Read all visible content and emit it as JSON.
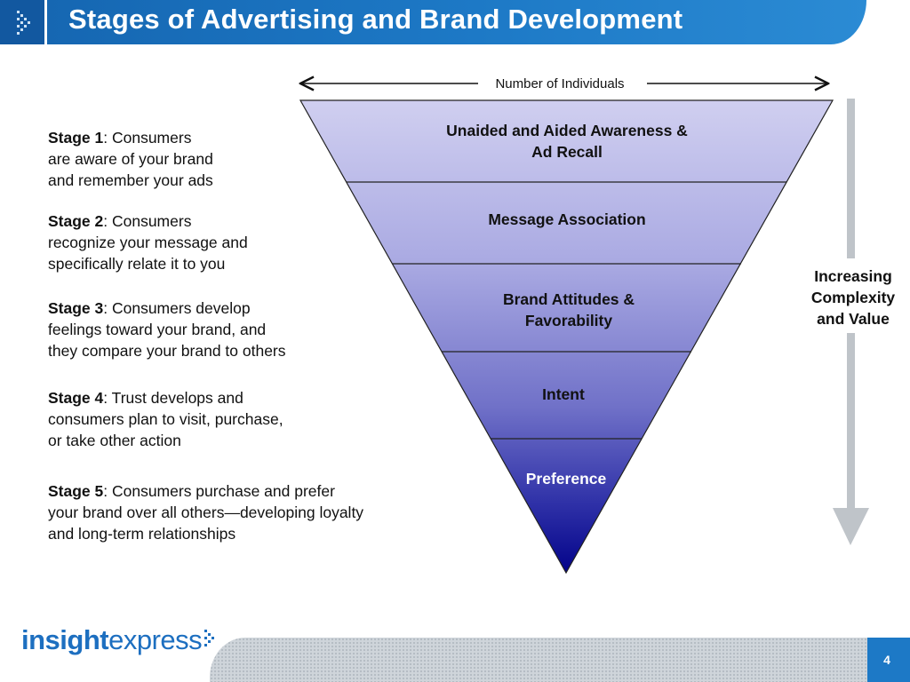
{
  "header": {
    "title": "Stages of Advertising and Brand Development"
  },
  "diagram": {
    "axis_label": "Number of Individuals",
    "side_label": "Increasing\nComplexity\nand Value",
    "levels": [
      {
        "label_lines": [
          "Unaided and Aided Awareness &",
          "Ad Recall"
        ]
      },
      {
        "label_lines": [
          "Message Association"
        ]
      },
      {
        "label_lines": [
          "Brand Attitudes &",
          "Favorability"
        ]
      },
      {
        "label_lines": [
          "Intent"
        ]
      },
      {
        "label_lines": [
          "Preference"
        ]
      }
    ]
  },
  "stages": [
    {
      "name": "Stage 1",
      "lines": [
        ": Consumers",
        "are aware of your brand",
        "and remember your ads"
      ]
    },
    {
      "name": "Stage 2",
      "lines": [
        ": Consumers",
        "recognize your message and",
        "specifically relate it to you"
      ]
    },
    {
      "name": "Stage 3",
      "lines": [
        ": Consumers develop",
        "feelings toward your brand, and",
        "they compare your brand to others"
      ]
    },
    {
      "name": "Stage 4",
      "lines": [
        ": Trust develops and",
        "consumers plan to visit, purchase,",
        "or take other action"
      ]
    },
    {
      "name": "Stage 5",
      "lines": [
        ": Consumers purchase and prefer",
        "your brand over all others—developing loyalty",
        "and long-term relationships"
      ]
    }
  ],
  "footer": {
    "logo_part1": "insight",
    "logo_part2": "express",
    "page_number": "4"
  },
  "colors": {
    "title_bar": "#1d79c6",
    "funnel_top": "#d0cff0",
    "funnel_bottom": "#03038a",
    "arrow_gray": "#bfc4c9"
  }
}
